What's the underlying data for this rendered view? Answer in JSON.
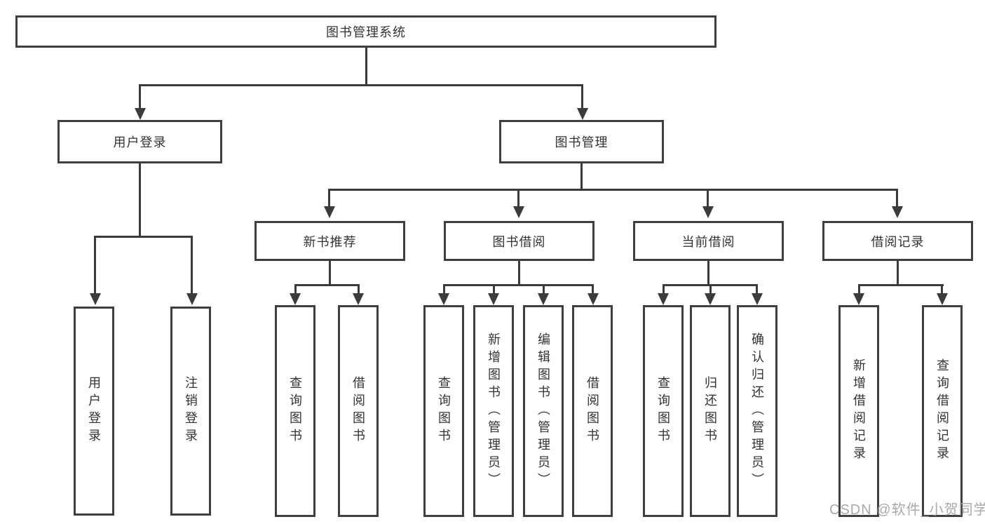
{
  "diagram": {
    "root": {
      "label": "图书管理系统"
    },
    "level2": {
      "user_login": {
        "label": "用户登录"
      },
      "book_management": {
        "label": "图书管理"
      }
    },
    "level3": {
      "new_book_recommend": {
        "label": "新书推荐"
      },
      "book_borrowing": {
        "label": "图书借阅"
      },
      "current_borrowing": {
        "label": "当前借阅"
      },
      "borrowing_records": {
        "label": "借阅记录"
      }
    },
    "leaves": {
      "user_login": {
        "label": "用户登录"
      },
      "logout": {
        "label": "注销登录"
      },
      "query_books_recommend": {
        "label": "查询图书"
      },
      "borrow_books_recommend": {
        "label": "借阅图书"
      },
      "query_books_borrowing": {
        "label": "查询图书"
      },
      "add_books_admin": {
        "label": "新增图书（管理员）"
      },
      "edit_books_admin": {
        "label": "编辑图书（管理员）"
      },
      "borrow_books_borrowing": {
        "label": "借阅图书"
      },
      "query_books_current": {
        "label": "查询图书"
      },
      "return_books": {
        "label": "归还图书"
      },
      "confirm_return_admin": {
        "label": "确认归还（管理员）"
      },
      "add_borrow_record": {
        "label": "新增借阅记录"
      },
      "query_borrow_record": {
        "label": "查询借阅记录"
      }
    }
  },
  "watermark": {
    "text": "CSDN @软件_小贺同学"
  },
  "colors": {
    "line": "#3b3b3b",
    "border": "#3f3f3f",
    "text": "#333333",
    "watermark": "#9e9e9e"
  }
}
